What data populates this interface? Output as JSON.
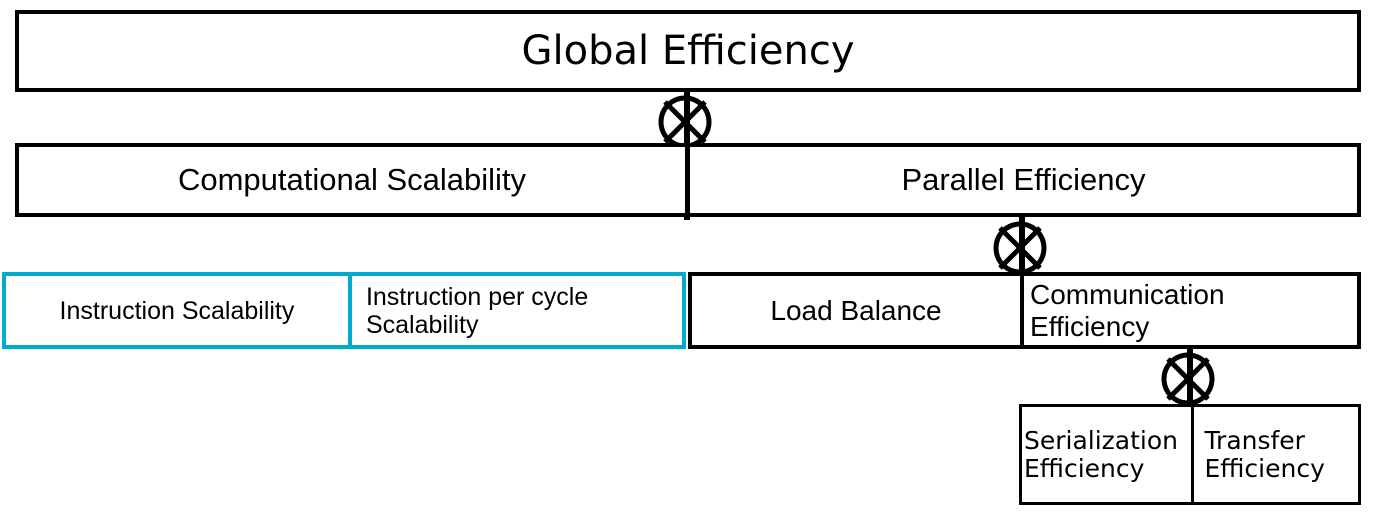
{
  "diagram": {
    "title": "Global Efficiency",
    "accent_color": "#00AACC",
    "line_color": "#000000",
    "background_color": "#FFFFFF",
    "levels": [
      {
        "level": 1,
        "nodes": [
          {
            "label": "Global Efficiency",
            "border_color": "#000000",
            "align": "center"
          }
        ]
      },
      {
        "level": 2,
        "nodes": [
          {
            "label": "Computational Scalability",
            "border_color": "#000000",
            "align": "center"
          },
          {
            "label": "Parallel Efficiency",
            "border_color": "#000000",
            "align": "center"
          }
        ]
      },
      {
        "level": 3,
        "nodes": [
          {
            "label": "Instruction Scalability",
            "border_color": "#00AACC",
            "align": "center"
          },
          {
            "label": "Instruction per cycle Scalability",
            "border_color": "#00AACC",
            "align": "left"
          },
          {
            "label": "Load Balance",
            "border_color": "#000000",
            "align": "center"
          },
          {
            "label": "Communication Efficiency",
            "border_color": "#000000",
            "align": "center"
          }
        ]
      },
      {
        "level": 4,
        "nodes": [
          {
            "label": "Serialization Efficiency",
            "border_color": "#000000",
            "align": "left"
          },
          {
            "label": "Transfer Efficiency",
            "border_color": "#000000",
            "align": "left"
          }
        ]
      }
    ],
    "nodes": {
      "global_efficiency": "Global Efficiency",
      "computational_scalability": "Computational Scalability",
      "parallel_efficiency": "Parallel Efficiency",
      "instruction_scalability": "Instruction Scalability",
      "instruction_per_cycle_scalability": "Instruction per cycle Scalability",
      "load_balance": "Load Balance",
      "communication_efficiency": "Communication Efficiency",
      "serialization_efficiency": "Serialization Efficiency",
      "transfer_efficiency": "Transfer Efficiency"
    },
    "connectors": [
      {
        "name": "crossover-global-to-level2",
        "symbol": "circle-with-x",
        "from": "Global Efficiency",
        "to": [
          "Computational Scalability",
          "Parallel Efficiency"
        ]
      },
      {
        "name": "crossover-parallel-to-level3",
        "symbol": "circle-with-x",
        "from": "Parallel Efficiency",
        "to": [
          "Load Balance",
          "Communication Efficiency"
        ]
      },
      {
        "name": "crossover-communication-to-level4",
        "symbol": "circle-with-x",
        "from": "Communication Efficiency",
        "to": [
          "Serialization Efficiency",
          "Transfer Efficiency"
        ]
      }
    ]
  }
}
